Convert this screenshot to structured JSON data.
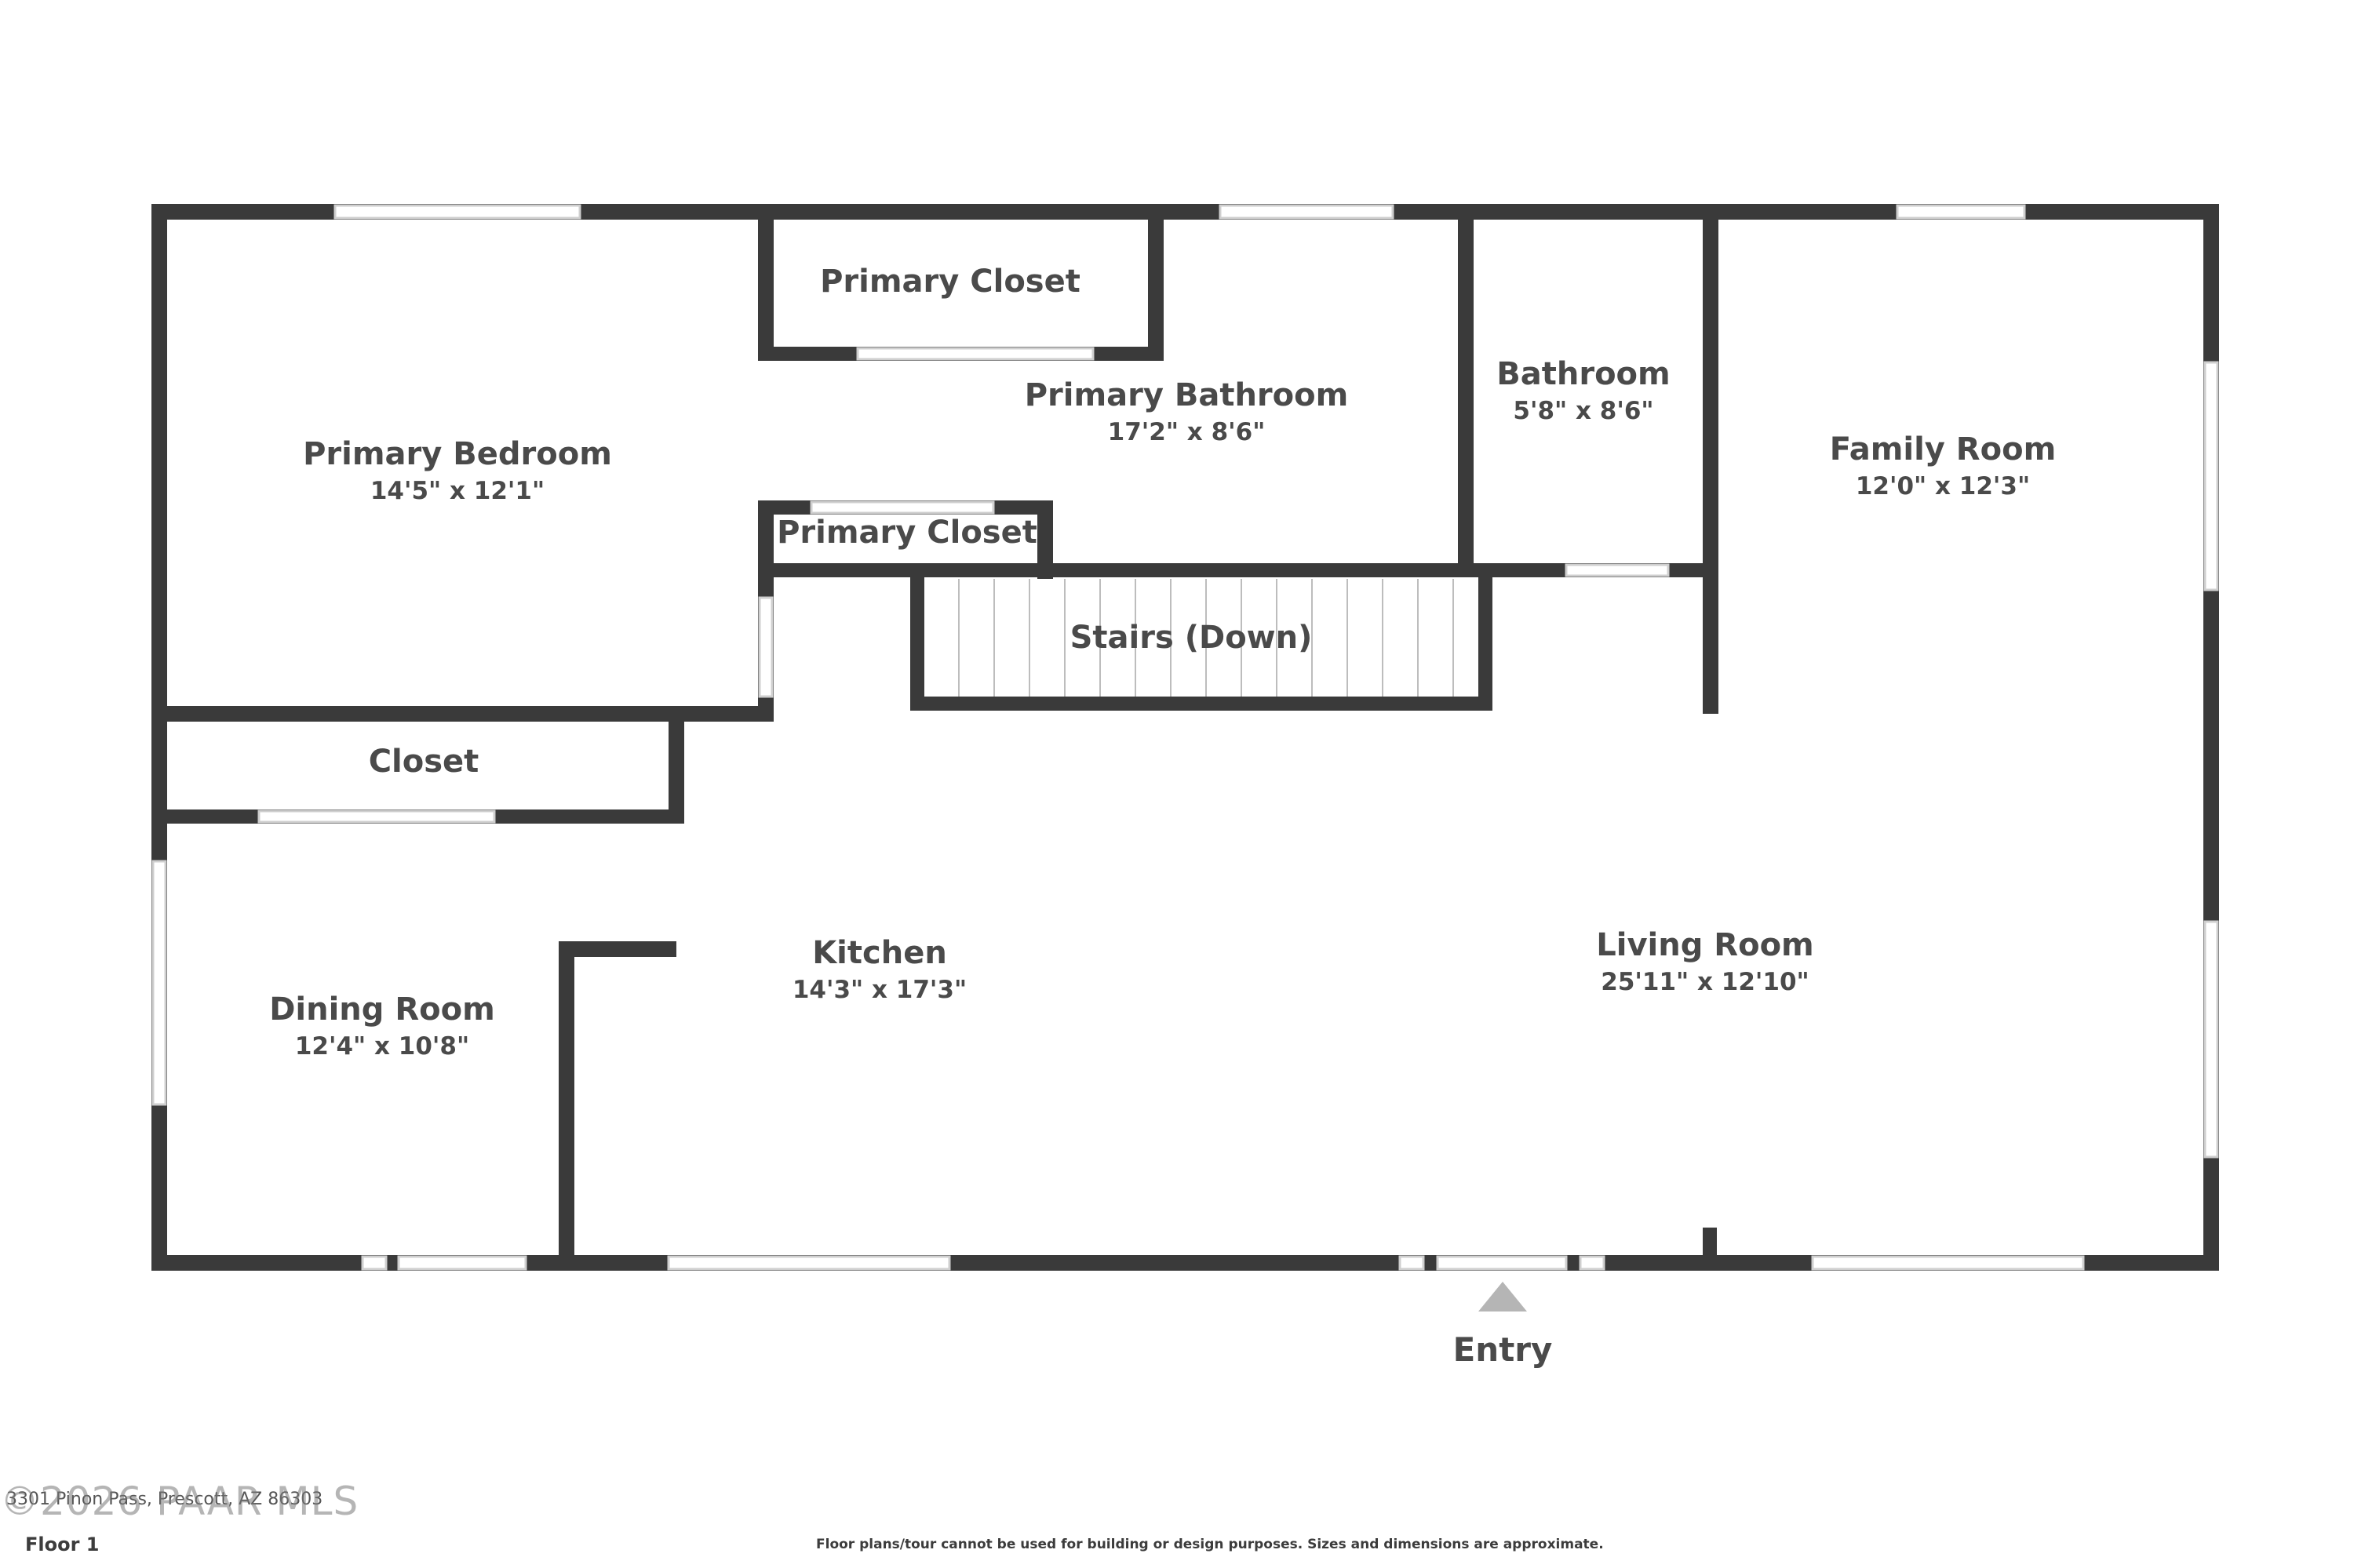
{
  "rooms": {
    "primary_bedroom": {
      "name": "Primary Bedroom",
      "dim": "14'5\" x 12'1\""
    },
    "primary_closet_top": {
      "name": "Primary Closet"
    },
    "primary_bathroom": {
      "name": "Primary Bathroom",
      "dim": "17'2\" x 8'6\""
    },
    "bathroom": {
      "name": "Bathroom",
      "dim": "5'8\" x 8'6\""
    },
    "family_room": {
      "name": "Family Room",
      "dim": "12'0\" x 12'3\""
    },
    "primary_closet_mid": {
      "name": "Primary Closet"
    },
    "stairs": {
      "name": "Stairs (Down)"
    },
    "closet": {
      "name": "Closet"
    },
    "kitchen": {
      "name": "Kitchen",
      "dim": "14'3\" x 17'3\""
    },
    "living_room": {
      "name": "Living Room",
      "dim": "25'11\" x 12'10\""
    },
    "dining_room": {
      "name": "Dining Room",
      "dim": "12'4\" x 10'8\""
    }
  },
  "entry_label": "Entry",
  "footer": {
    "floor": "Floor 1",
    "address": "3301 Pinon Pass, Prescott, AZ 86303",
    "watermark": "©2026 PAAR MLS",
    "disclaimer": "Floor plans/tour cannot be used for building or design purposes. Sizes and dimensions are approximate."
  },
  "colors": {
    "wall": "#3a3a3a",
    "window": "#d9d9d9",
    "entry_arrow": "#b5b5b5",
    "text": "#4a4a4a"
  }
}
